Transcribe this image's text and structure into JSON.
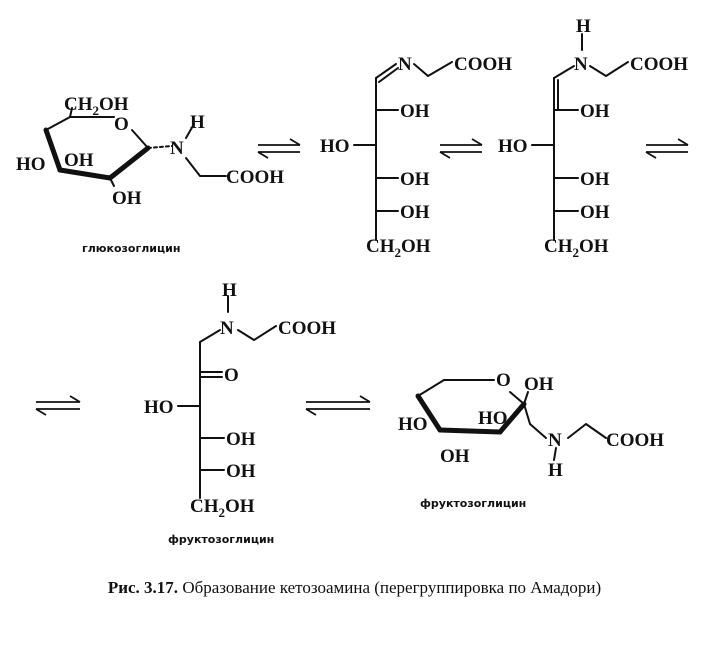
{
  "caption": {
    "label": "Рис. 3.17.",
    "text": "Образование кетозоамина (перегруппировка по Амадори)"
  },
  "compounds": {
    "glucosylglycine": "глюкозоглицин",
    "fructosylglycine_open": "фруктозоглицин",
    "fructosylglycine_ring": "фруктозоглицин"
  },
  "atoms": {
    "CH2OH": "CH",
    "CH2OH_sub": "2",
    "CH2OH_tail": "OH",
    "O": "O",
    "OH": "OH",
    "HO": "HO",
    "H": "H",
    "N": "N",
    "COOH": "COOH"
  }
}
